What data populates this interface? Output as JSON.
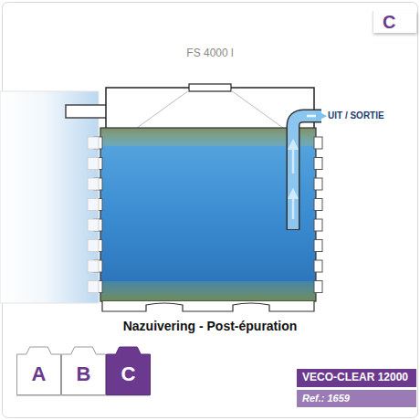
{
  "diagram": {
    "nodes": [
      {
        "text": [
          "C"
        ]
      },
      {
        "text": [
          "A"
        ]
      },
      {
        "text": [
          "B"
        ]
      },
      {
        "text": [
          "C"
        ]
      },
      {
        "text": [
          "VECO-CLEAR 12000"
        ]
      },
      {
        "text": [
          "Ref.: 1659"
        ]
      }
    ],
    "labels": [
      "FS 4000 l",
      "UIT / SORTIE",
      "Nazuivering - Post-épuration"
    ]
  }
}
